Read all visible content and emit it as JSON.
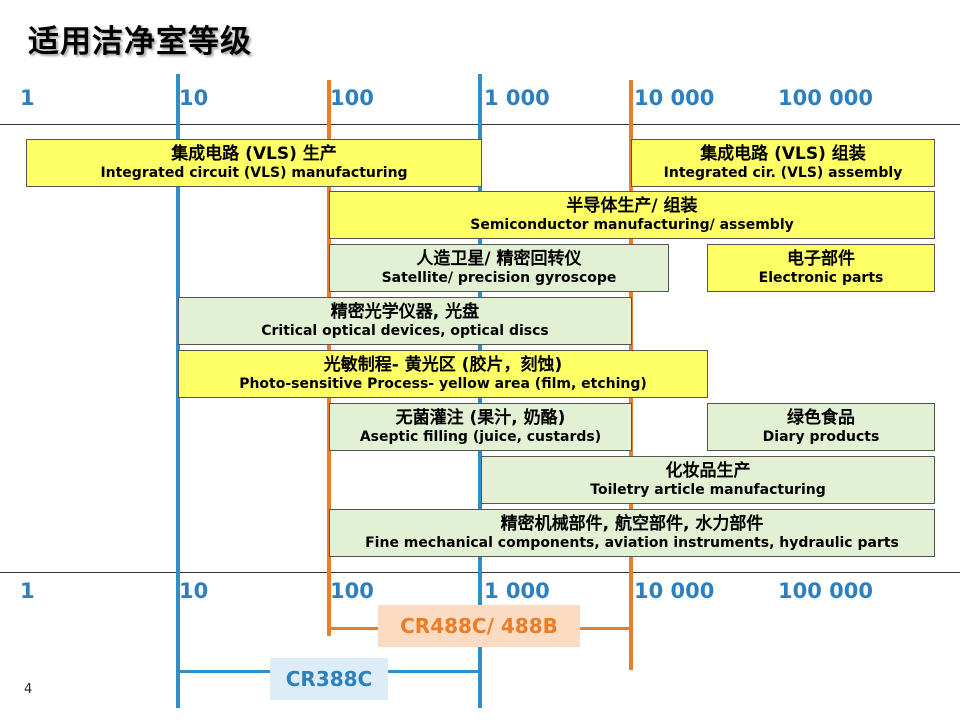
{
  "title": "适用洁净室等级",
  "scale_labels": [
    "1",
    "10",
    "100",
    "1 000",
    "10 000",
    "100 000"
  ],
  "colors": {
    "blue": "#2e8fc9",
    "orange": "#ea7d25",
    "yellow": "#ffff66",
    "green": "#e2f0d4"
  },
  "rows": [
    {
      "zh": "集成电路 (VLS) 生产",
      "en": "Integrated circuit (VLS) manufacturing"
    },
    {
      "zh": "集成电路 (VLS) 组装",
      "en": "Integrated cir. (VLS) assembly"
    },
    {
      "zh": "半导体生产/  组装",
      "en": "Semiconductor manufacturing/  assembly"
    },
    {
      "zh": "人造卫星/ 精密回转仪",
      "en": "Satellite/ precision gyroscope"
    },
    {
      "zh": "电子部件",
      "en": "Electronic parts"
    },
    {
      "zh": "精密光学仪器, 光盘",
      "en": "Critical optical devices, optical discs"
    },
    {
      "zh": "光敏制程- 黄光区 (胶片，刻蚀)",
      "en": "Photo-sensitive Process- yellow area (film, etching)"
    },
    {
      "zh": "无菌灌注 (果汁, 奶酪)",
      "en": "Aseptic filling (juice, custards)"
    },
    {
      "zh": "绿色食品",
      "en": "Diary products"
    },
    {
      "zh": "化妆品生产",
      "en": "Toiletry article manufacturing"
    },
    {
      "zh": "精密机械部件, 航空部件, 水力部件",
      "en": "Fine mechanical components, aviation instruments, hydraulic parts"
    }
  ],
  "standards": {
    "orange": "CR488C/ 488B",
    "blue": "CR388C"
  },
  "page_number": "4"
}
